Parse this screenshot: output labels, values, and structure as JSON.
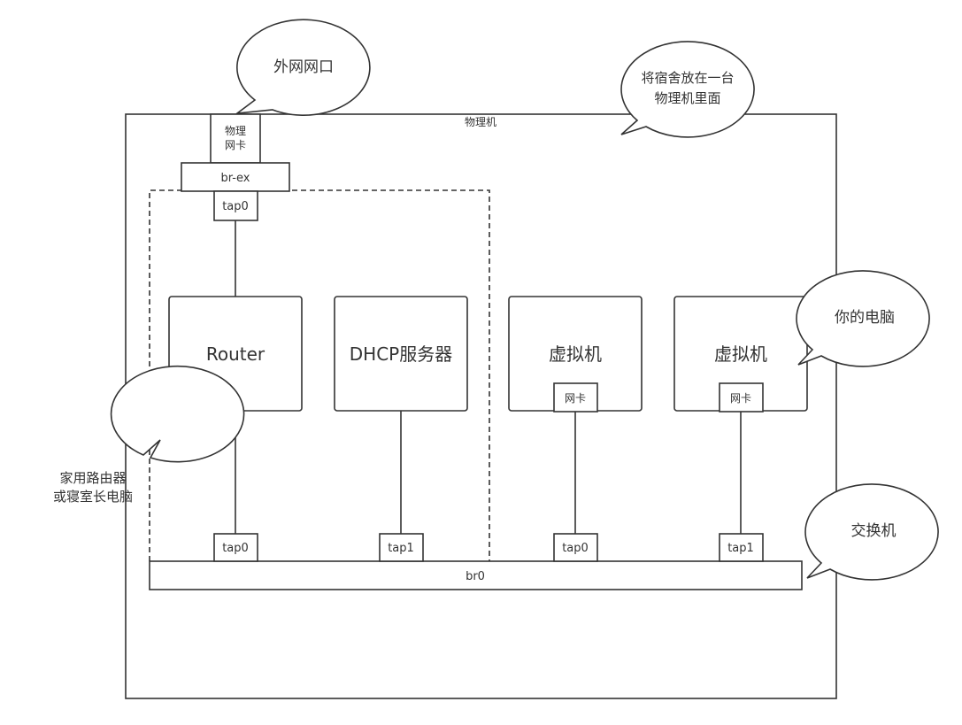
{
  "physical_machine": {
    "label": "物理机"
  },
  "physical_nic": {
    "line1": "物理",
    "line2": "网卡"
  },
  "br_ex": {
    "label": "br-ex"
  },
  "tap_top": {
    "label": "tap0"
  },
  "nodes": {
    "router": {
      "label": "Router"
    },
    "dhcp": {
      "label": "DHCP服务器"
    },
    "vm1": {
      "label": "虚拟机",
      "nic": "网卡"
    },
    "vm2": {
      "label": "虚拟机",
      "nic": "网卡"
    }
  },
  "bridge_taps": {
    "router_tap": "tap0",
    "dhcp_tap": "tap1",
    "vm1_tap": "tap0",
    "vm2_tap": "tap1"
  },
  "br0": {
    "label": "br0"
  },
  "callouts": {
    "external": "外网网口",
    "dorm": {
      "line1": "将宿舍放在一台",
      "line2": "物理机里面"
    },
    "your_pc": "你的电脑",
    "home_router": {
      "line1": "家用路由器",
      "line2": "或寝室长电脑"
    },
    "switch": "交换机"
  }
}
